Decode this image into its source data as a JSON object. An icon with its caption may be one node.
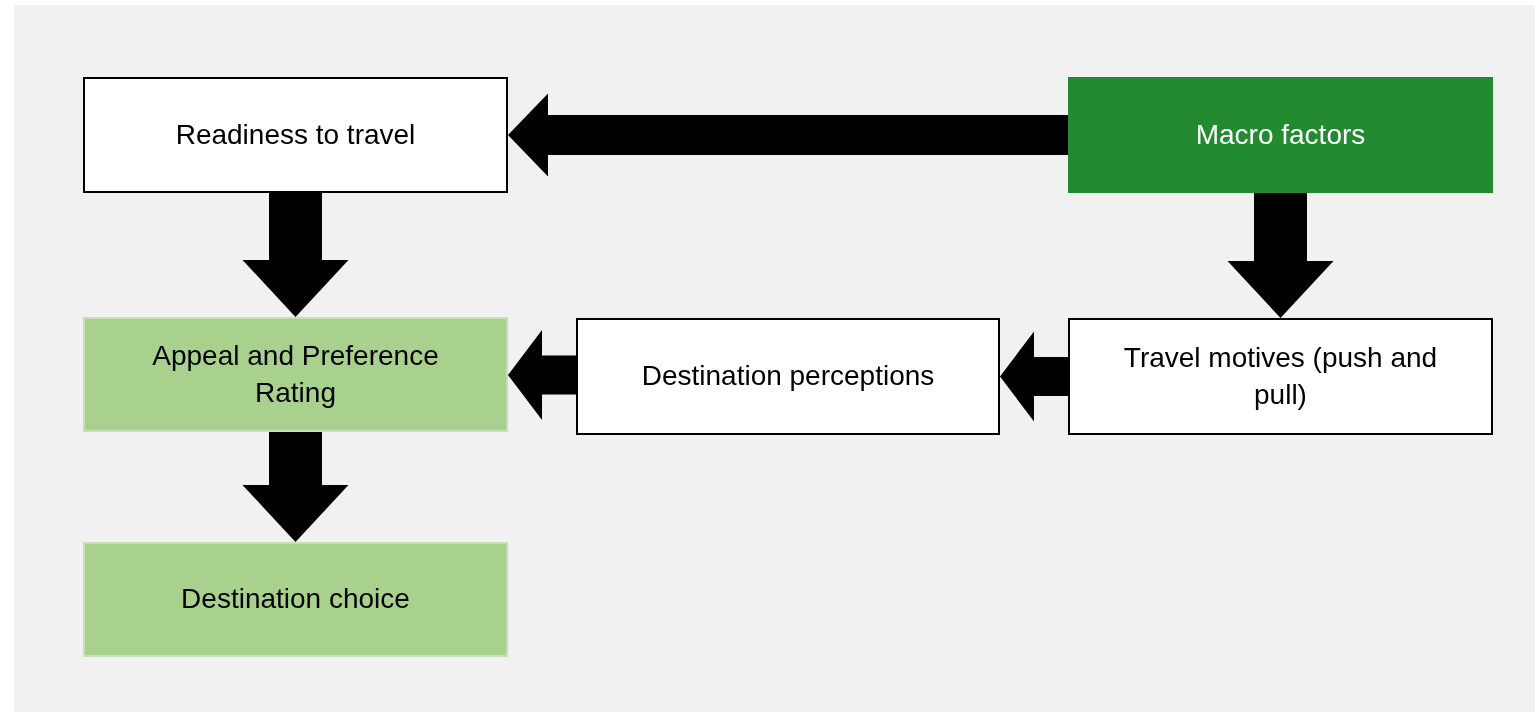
{
  "diagram": {
    "nodes": [
      {
        "text": [
          "Readiness to travel"
        ]
      },
      {
        "text": [
          "Macro factors"
        ]
      },
      {
        "text": [
          "Appeal and Preference Rating"
        ]
      },
      {
        "text": [
          "Destination perceptions"
        ]
      },
      {
        "text": [
          "Travel motives (push and pull)"
        ]
      },
      {
        "text": [
          "Destination choice"
        ]
      }
    ],
    "edges": [
      {
        "from": 1,
        "to": 0,
        "arrow": "to",
        "style": "thick"
      },
      {
        "from": 0,
        "to": 2,
        "arrow": "to",
        "style": "thick"
      },
      {
        "from": 1,
        "to": 4,
        "arrow": "to",
        "style": "thick"
      },
      {
        "from": 4,
        "to": 3,
        "arrow": "to",
        "style": "thick"
      },
      {
        "from": 3,
        "to": 2,
        "arrow": "to",
        "style": "thick"
      },
      {
        "from": 2,
        "to": 5,
        "arrow": "to",
        "style": "thick"
      }
    ]
  }
}
